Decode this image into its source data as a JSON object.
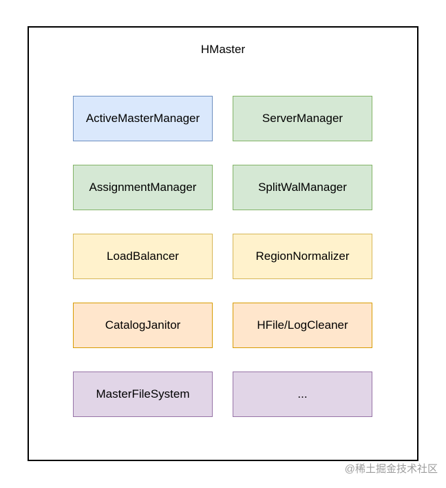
{
  "diagram": {
    "title": "HMaster",
    "boxes": [
      {
        "label": "ActiveMasterManager",
        "fill": "#dae8fc",
        "border": "#6c8ebf"
      },
      {
        "label": "ServerManager",
        "fill": "#d5e8d4",
        "border": "#82b366"
      },
      {
        "label": "AssignmentManager",
        "fill": "#d5e8d4",
        "border": "#82b366"
      },
      {
        "label": "SplitWalManager",
        "fill": "#d5e8d4",
        "border": "#82b366"
      },
      {
        "label": "LoadBalancer",
        "fill": "#fff2cc",
        "border": "#d6b656"
      },
      {
        "label": "RegionNormalizer",
        "fill": "#fff2cc",
        "border": "#d6b656"
      },
      {
        "label": "CatalogJanitor",
        "fill": "#ffe6cc",
        "border": "#d79b00"
      },
      {
        "label": "HFile/LogCleaner",
        "fill": "#ffe6cc",
        "border": "#d79b00"
      },
      {
        "label": "MasterFileSystem",
        "fill": "#e1d5e7",
        "border": "#9673a6"
      },
      {
        "label": "...",
        "fill": "#e1d5e7",
        "border": "#9673a6"
      }
    ],
    "outer_border_color": "#000000"
  },
  "watermark": {
    "text": "@稀土掘金技术社区",
    "color": "#9c9c9c"
  }
}
